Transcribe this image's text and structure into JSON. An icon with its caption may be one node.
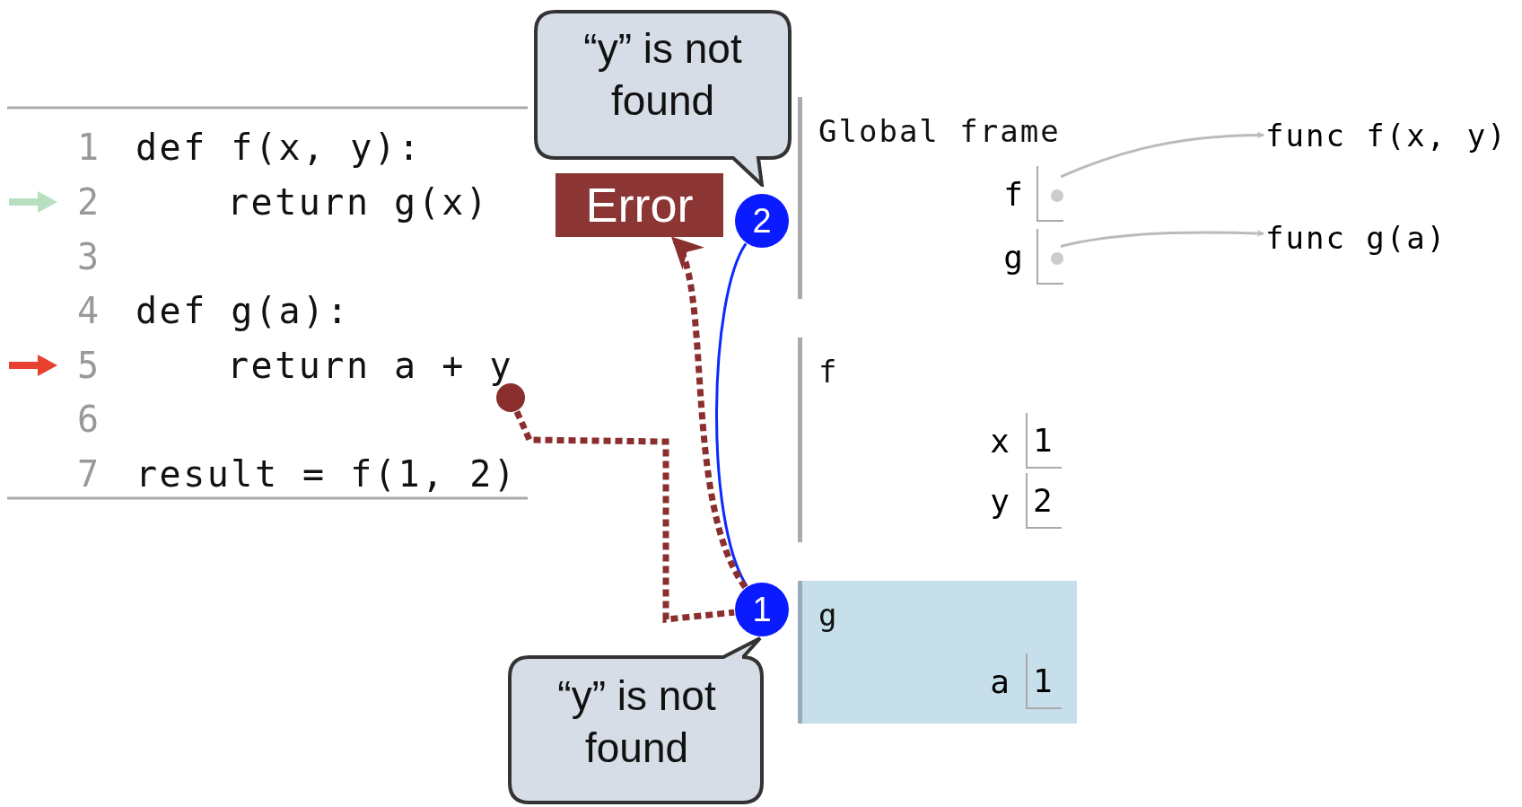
{
  "diagram": {
    "nodes": [
      {
        "text": [
          "“y” is not found"
        ]
      },
      {
        "text": [
          "Error"
        ]
      },
      {
        "text": [
          "2"
        ]
      },
      {
        "text": [
          "Global frame"
        ]
      },
      {
        "text": [
          "func f(x, y)"
        ]
      },
      {
        "text": [
          "f"
        ],
        "in": 3
      },
      {
        "text": [
          "func g(a)"
        ]
      },
      {
        "text": [
          "g"
        ],
        "in": 3
      },
      {
        "text": [],
        "shape": "circle"
      },
      {
        "text": [
          "f"
        ]
      },
      {
        "text": [
          "x",
          "1"
        ],
        "in": 9
      },
      {
        "text": [
          "y",
          "2"
        ],
        "in": 9
      },
      {
        "text": [
          "1"
        ]
      },
      {
        "text": [
          "g"
        ]
      },
      {
        "text": [
          "a",
          "1"
        ],
        "in": 13
      },
      {
        "text": [
          "“y” is not found"
        ]
      }
    ],
    "edges": [
      {
        "from": 5,
        "to": 4,
        "arrow": "to",
        "color": "#bbbbbb"
      },
      {
        "from": 7,
        "to": 6,
        "arrow": "to",
        "color": "#bbbbbb"
      },
      {
        "from": 12,
        "to": 2,
        "arrow": "none",
        "color": "#0a2bff"
      },
      {
        "from": 8,
        "to": 12,
        "arrow": "none",
        "style": "dashed",
        "color": "#8b2e2e"
      },
      {
        "from": 12,
        "to": 1,
        "arrow": "to",
        "style": "dashed",
        "color": "#8b2e2e"
      }
    ],
    "labels": [
      "1",
      "def f(x, y):",
      "2",
      "return g(x)",
      "3",
      "4",
      "def g(a):",
      "5",
      "return a + y",
      "6",
      "7",
      "result = f(1, 2)"
    ]
  }
}
